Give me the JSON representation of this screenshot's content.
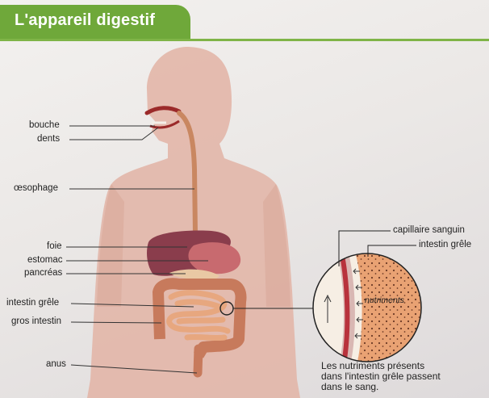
{
  "header": {
    "title": "L'appareil digestif"
  },
  "labels": {
    "bouche": "bouche",
    "dents": "dents",
    "oesophage": "œsophage",
    "foie": "foie",
    "estomac": "estomac",
    "pancreas": "pancréas",
    "intestin_grele": "intestin grêle",
    "gros_intestin": "gros intestin",
    "anus": "anus"
  },
  "zoom": {
    "capillaire": "capillaire sanguin",
    "intestin_grele": "intestin grêle",
    "nutriments": "nutriments",
    "caption": [
      "Les nutriments présents",
      "dans l'intestin grêle passent",
      "dans le sang."
    ]
  },
  "colors": {
    "header_green": "#6fa83a",
    "body_skin": "#e2b6a8",
    "liver": "#8a3d4c",
    "stomach": "#c86a6f",
    "intestine": "#e7a77f",
    "large_intestine": "#c77a5c",
    "esophagus": "#c98761",
    "mouth": "#9b2a2a",
    "capillary": "#b8323c"
  }
}
